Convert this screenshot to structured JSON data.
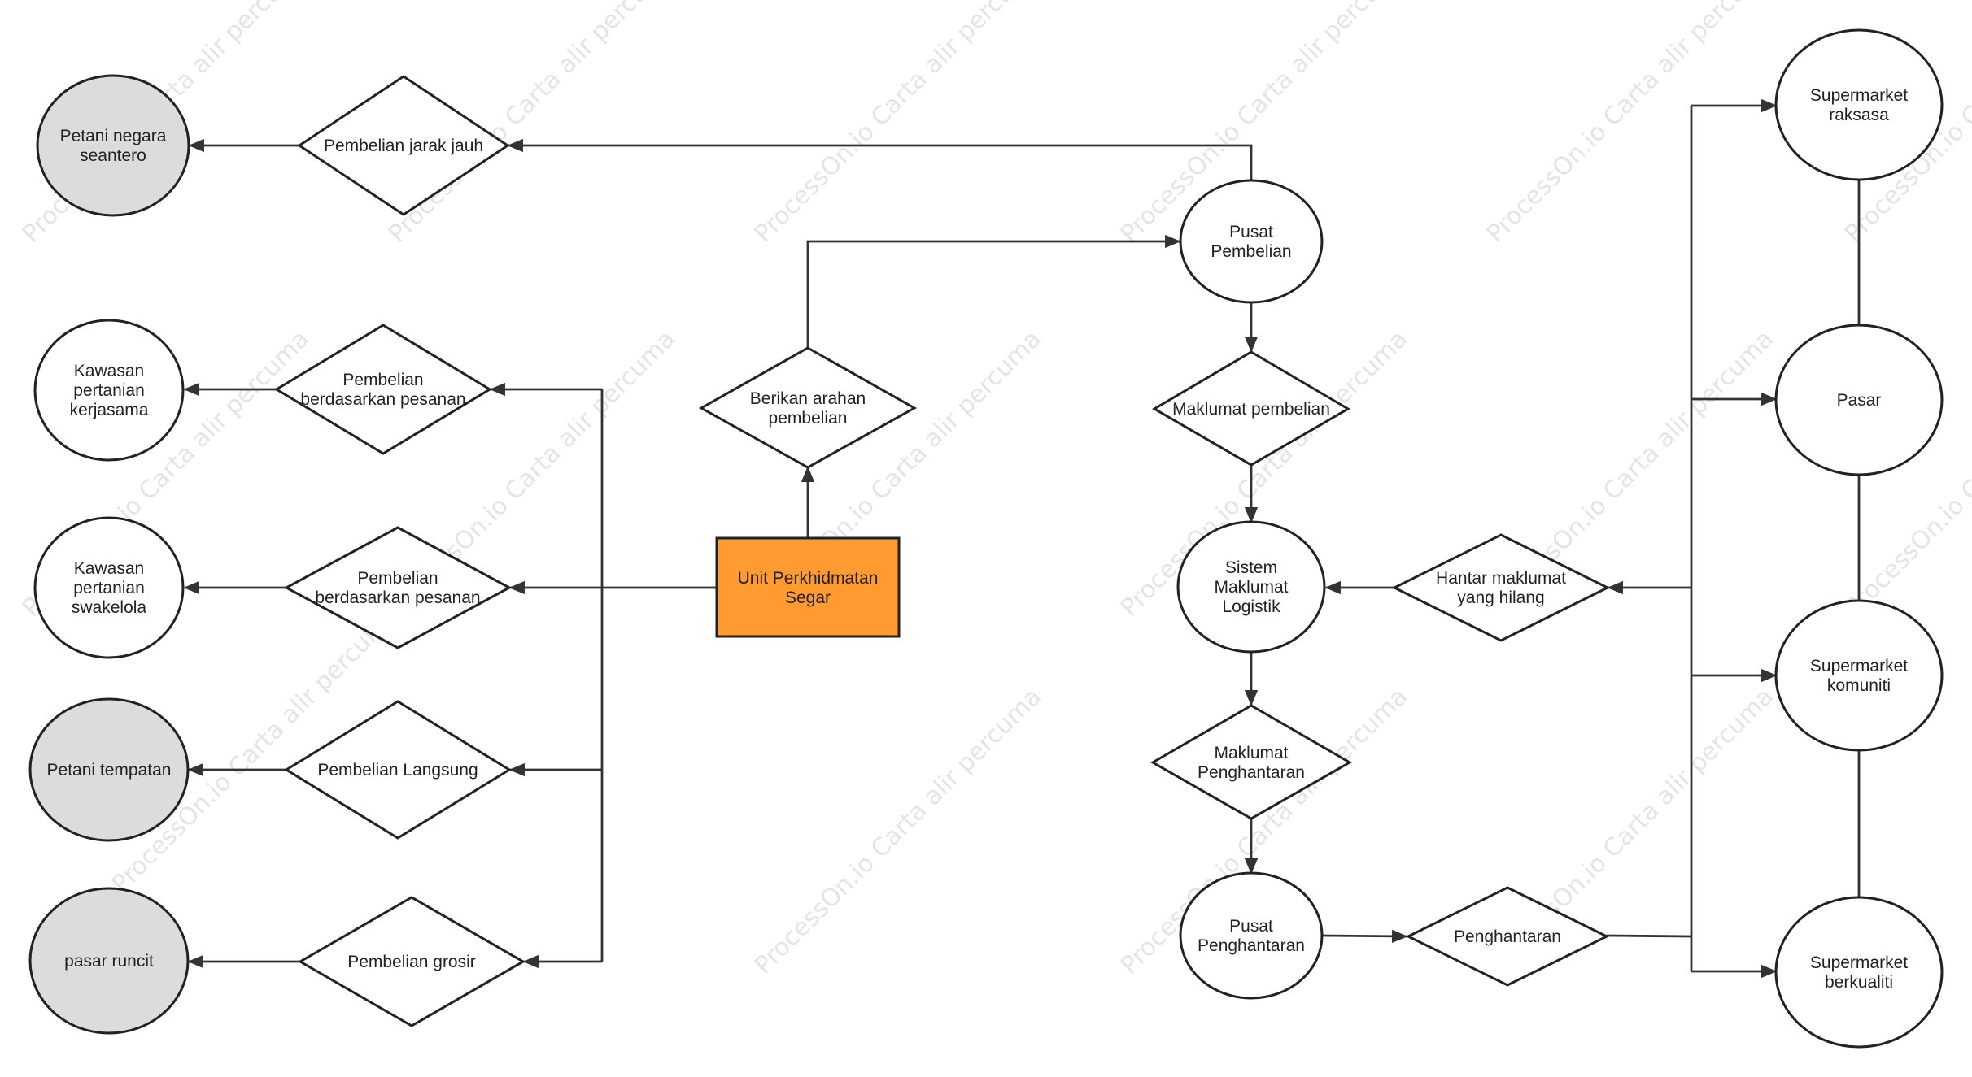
{
  "diagram": {
    "watermark": "ProcessOn.io Carta alir percuma",
    "colors": {
      "center_fill": "#FF9B30",
      "grey_fill": "#DCDCDC",
      "white_fill": "#FFFFFF",
      "stroke": "#222222"
    },
    "nodes": {
      "petani_negara": "Petani negara\nseantero",
      "kawasan_kerjasama": "Kawasan\npertanian\nkerjasama",
      "kawasan_swakelola": "Kawasan\npertanian\nswakelola",
      "petani_tempatan": "Petani tempatan",
      "pasar_runcit": "pasar runcit",
      "pembelian_jarak_jauh": "Pembelian jarak jauh",
      "pembelian_pesanan_1": "Pembelian\nberdasarkan pesanan",
      "pembelian_pesanan_2": "Pembelian\nberdasarkan pesanan",
      "pembelian_langsung": "Pembelian Langsung",
      "pembelian_grosir": "Pembelian grosir",
      "berikan_arahan": "Berikan arahan\npembelian",
      "unit_perkhidmatan": "Unit Perkhidmatan\nSegar",
      "pusat_pembelian": "Pusat\nPembelian",
      "maklumat_pembelian": "Maklumat pembelian",
      "sistem_logistik": "Sistem\nMaklumat\nLogistik",
      "maklumat_penghantaran": "Maklumat\nPenghantaran",
      "pusat_penghantaran": "Pusat\nPenghantaran",
      "penghantaran": "Penghantaran",
      "hantar_maklumat": "Hantar maklumat\nyang hilang",
      "supermarket_raksasa": "Supermarket\nraksasa",
      "pasar": "Pasar",
      "supermarket_komuniti": "Supermarket\nkomuniti",
      "supermarket_berkualiti": "Supermarket\nberkualiti"
    }
  }
}
